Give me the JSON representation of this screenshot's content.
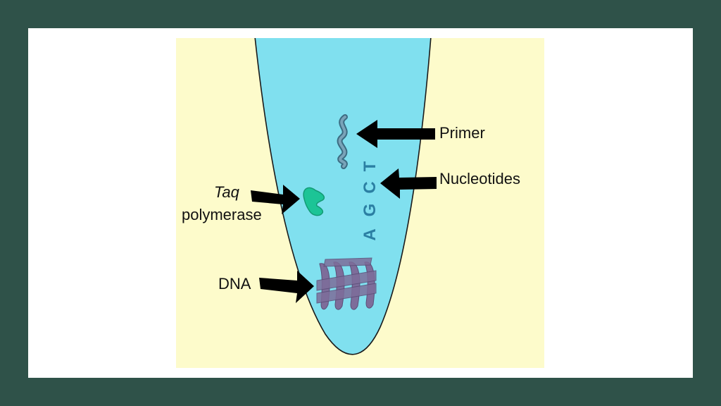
{
  "diagram": {
    "labels": {
      "primer": "Primer",
      "nucleotides": "Nucleotides",
      "taq": "Taq",
      "polymerase": "polymerase",
      "dna": "DNA"
    },
    "nucleotide_letters": [
      "A",
      "G",
      "C",
      "T"
    ],
    "colors": {
      "slide_border": "#2f5249",
      "background": "#fdfbcb",
      "tube_liquid": "#80e0ef",
      "tube_cap": "#d9b96a",
      "primer": "#5a8fa6",
      "taq_polymerase": "#1cc496",
      "dna_helix": "#7d6d9a",
      "letters": "#2b7fa3",
      "arrows": "#000000"
    }
  }
}
